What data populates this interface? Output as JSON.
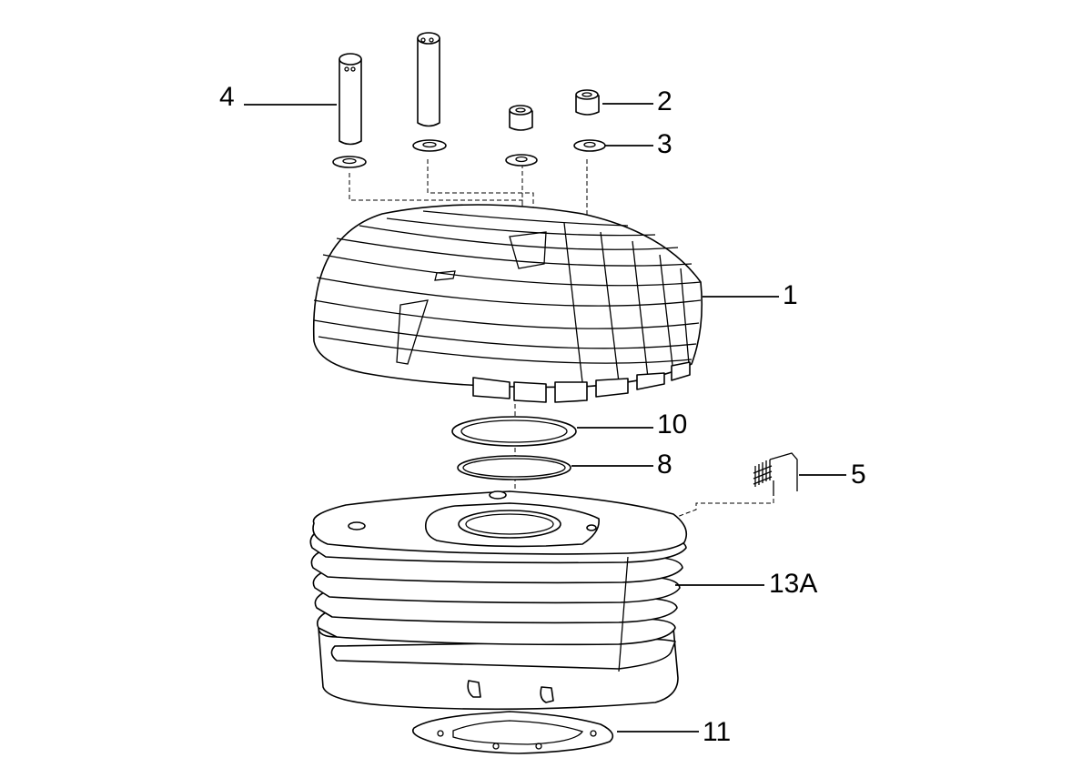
{
  "callouts": [
    {
      "id": "4",
      "label": "4"
    },
    {
      "id": "2",
      "label": "2"
    },
    {
      "id": "3",
      "label": "3"
    },
    {
      "id": "1",
      "label": "1"
    },
    {
      "id": "10",
      "label": "10"
    },
    {
      "id": "8",
      "label": "8"
    },
    {
      "id": "5",
      "label": "5"
    },
    {
      "id": "13A",
      "label": "13A"
    },
    {
      "id": "11",
      "label": "11"
    }
  ],
  "colors": {
    "line": "#000000",
    "background": "#ffffff"
  }
}
